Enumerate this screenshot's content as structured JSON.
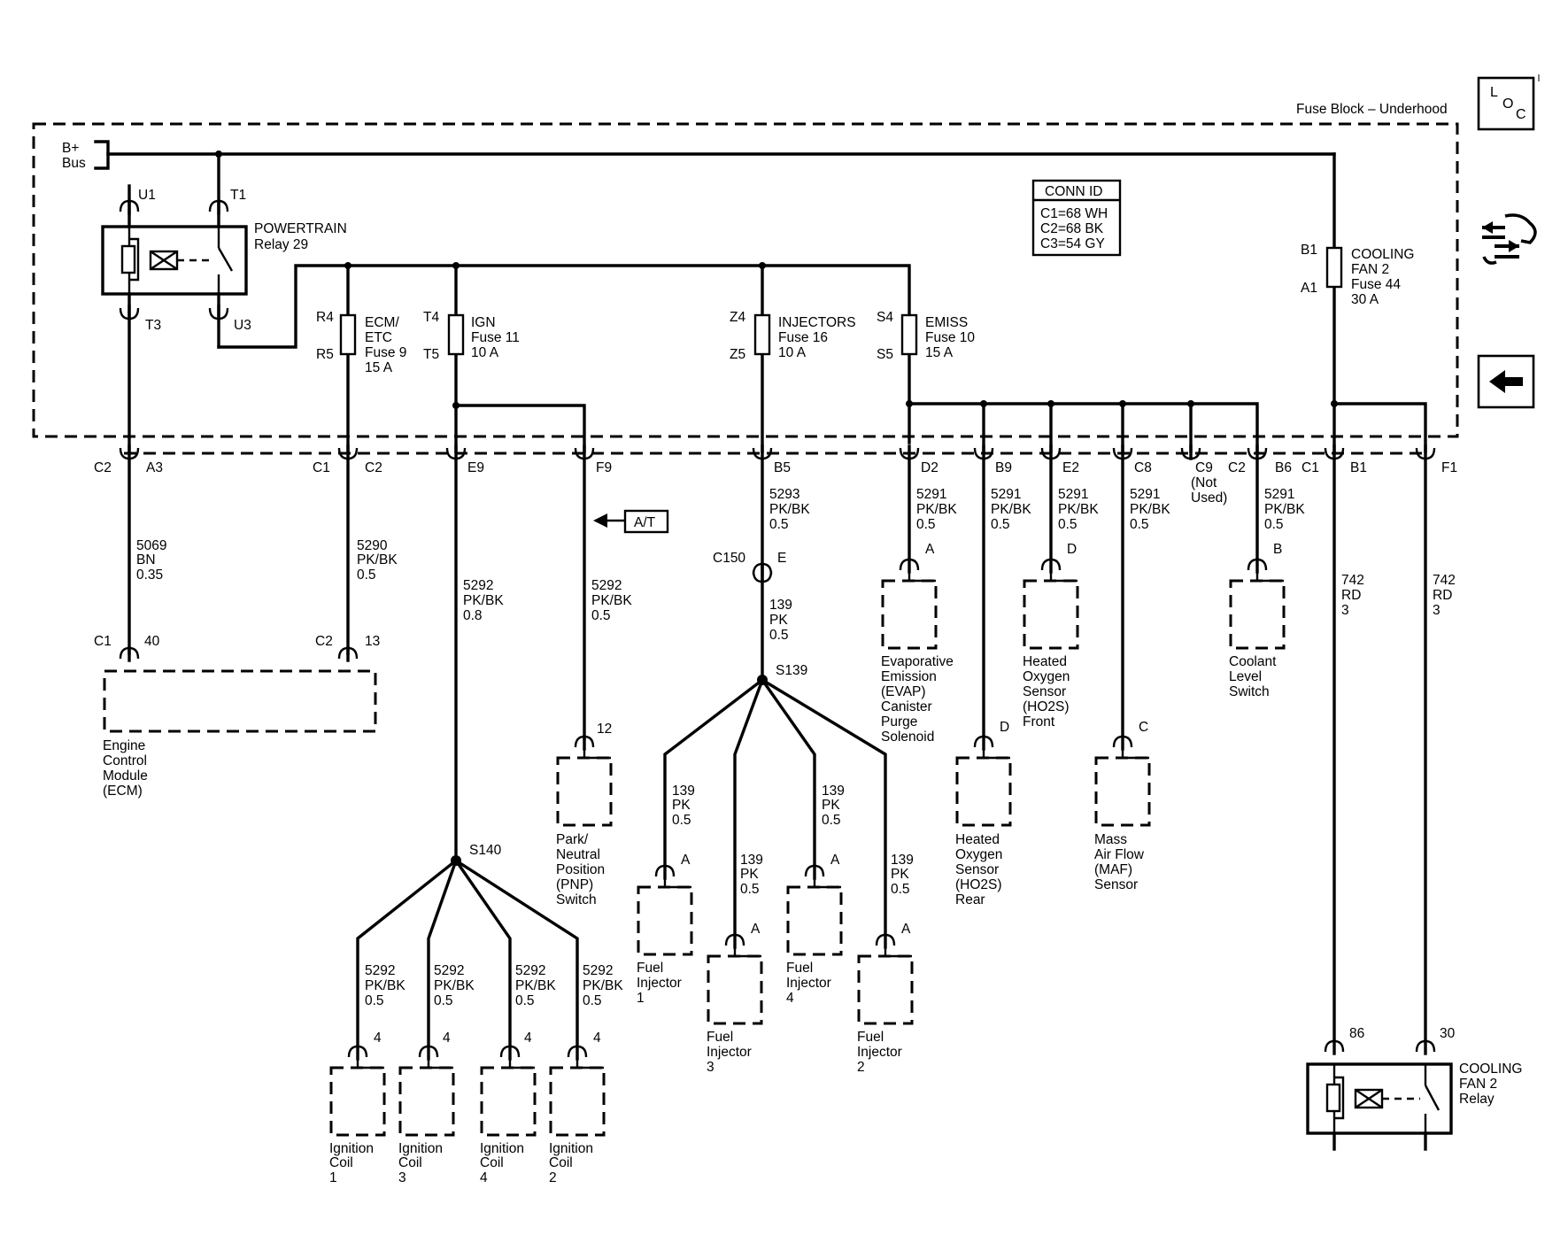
{
  "fuse_block": {
    "title": "Fuse Block – Underhood"
  },
  "bus": {
    "l1": "B+",
    "l2": "Bus"
  },
  "relay29": {
    "title": "POWERTRAIN",
    "sub": "Relay 29",
    "p_u1": "U1",
    "p_t1": "T1",
    "p_t3": "T3",
    "p_u3": "U3"
  },
  "conn_id": {
    "title": "CONN ID",
    "l1": "C1=68 WH",
    "l2": "C2=68 BK",
    "l3": "C3=54 GY"
  },
  "fuses": {
    "ecm": {
      "top": "R4",
      "bot": "R5",
      "l1": "ECM/",
      "l2": "ETC",
      "l3": "Fuse 9",
      "l4": "15 A"
    },
    "ign": {
      "top": "T4",
      "bot": "T5",
      "l1": "IGN",
      "l2": "Fuse 11",
      "l3": "10 A"
    },
    "inj": {
      "top": "Z4",
      "bot": "Z5",
      "l1": "INJECTORS",
      "l2": "Fuse 16",
      "l3": "10 A"
    },
    "emiss": {
      "top": "S4",
      "bot": "S5",
      "l1": "EMISS",
      "l2": "Fuse 10",
      "l3": "15 A"
    },
    "fan": {
      "top": "B1",
      "bot": "A1",
      "l1": "COOLING",
      "l2": "FAN 2",
      "l3": "Fuse 44",
      "l4": "30 A"
    }
  },
  "connectors": {
    "a3_c": "C2",
    "a3_p": "A3",
    "c2_c": "C1",
    "c2_p": "C2",
    "e9": "E9",
    "f9": "F9",
    "b5": "B5",
    "d2": "D2",
    "b9": "B9",
    "e2": "E2",
    "c8": "C8",
    "c9_l1": "C9",
    "c9_l2": "(Not",
    "c9_l3": "Used)",
    "b6_c": "C2",
    "b6_p": "B6",
    "b1_c": "C1",
    "b1_p": "B1",
    "f1": "F1"
  },
  "wires": {
    "w5069": {
      "l1": "5069",
      "l2": "BN",
      "l3": "0.35"
    },
    "w5290": {
      "l1": "5290",
      "l2": "PK/BK",
      "l3": "0.5"
    },
    "w5292a": {
      "l1": "5292",
      "l2": "PK/BK",
      "l3": "0.8"
    },
    "w5292b": {
      "l1": "5292",
      "l2": "PK/BK",
      "l3": "0.5"
    },
    "w5293": {
      "l1": "5293",
      "l2": "PK/BK",
      "l3": "0.5"
    },
    "w5291": {
      "l1": "5291",
      "l2": "PK/BK",
      "l3": "0.5"
    },
    "w139": {
      "l1": "139",
      "l2": "PK",
      "l3": "0.5"
    },
    "w742": {
      "l1": "742",
      "l2": "RD",
      "l3": "3"
    }
  },
  "at_label": "A/T",
  "c150": {
    "c": "C150",
    "p": "E"
  },
  "splices": {
    "s140": "S140",
    "s139": "S139"
  },
  "ecm": {
    "p1_c": "C1",
    "p1_n": "40",
    "p2_c": "C2",
    "p2_n": "13",
    "l1": "Engine",
    "l2": "Control",
    "l3": "Module",
    "l4": "(ECM)"
  },
  "pnp": {
    "pin": "12",
    "l1": "Park/",
    "l2": "Neutral",
    "l3": "Position",
    "l4": "(PNP)",
    "l5": "Switch"
  },
  "evap": {
    "pin": "A",
    "l1": "Evaporative",
    "l2": "Emission",
    "l3": "(EVAP)",
    "l4": "Canister",
    "l5": "Purge",
    "l6": "Solenoid"
  },
  "ho2s_rear": {
    "pin": "D",
    "l1": "Heated",
    "l2": "Oxygen",
    "l3": "Sensor",
    "l4": "(HO2S)",
    "l5": "Rear"
  },
  "ho2s_front": {
    "pin": "D",
    "l1": "Heated",
    "l2": "Oxygen",
    "l3": "Sensor",
    "l4": "(HO2S)",
    "l5": "Front"
  },
  "maf": {
    "pin": "C",
    "l1": "Mass",
    "l2": "Air Flow",
    "l3": "(MAF)",
    "l4": "Sensor"
  },
  "coolant": {
    "pin": "B",
    "l1": "Coolant",
    "l2": "Level",
    "l3": "Switch"
  },
  "injectors": [
    {
      "pin": "A",
      "l1": "Fuel",
      "l2": "Injector",
      "l3": "1"
    },
    {
      "pin": "A",
      "l1": "Fuel",
      "l2": "Injector",
      "l3": "3"
    },
    {
      "pin": "A",
      "l1": "Fuel",
      "l2": "Injector",
      "l3": "4"
    },
    {
      "pin": "A",
      "l1": "Fuel",
      "l2": "Injector",
      "l3": "2"
    }
  ],
  "coils": [
    {
      "pin": "4",
      "l1": "Ignition",
      "l2": "Coil",
      "l3": "1"
    },
    {
      "pin": "4",
      "l1": "Ignition",
      "l2": "Coil",
      "l3": "3"
    },
    {
      "pin": "4",
      "l1": "Ignition",
      "l2": "Coil",
      "l3": "4"
    },
    {
      "pin": "4",
      "l1": "Ignition",
      "l2": "Coil",
      "l3": "2"
    }
  ],
  "fan_relay": {
    "p86": "86",
    "p30": "30",
    "l1": "COOLING",
    "l2": "FAN 2",
    "l3": "Relay"
  },
  "icons": {
    "loc_l": "L",
    "loc_o": "O",
    "loc_c": "C",
    "loc_name": "loc-icon",
    "connector_name": "connector-view-icon",
    "back_name": "back-arrow-icon"
  }
}
